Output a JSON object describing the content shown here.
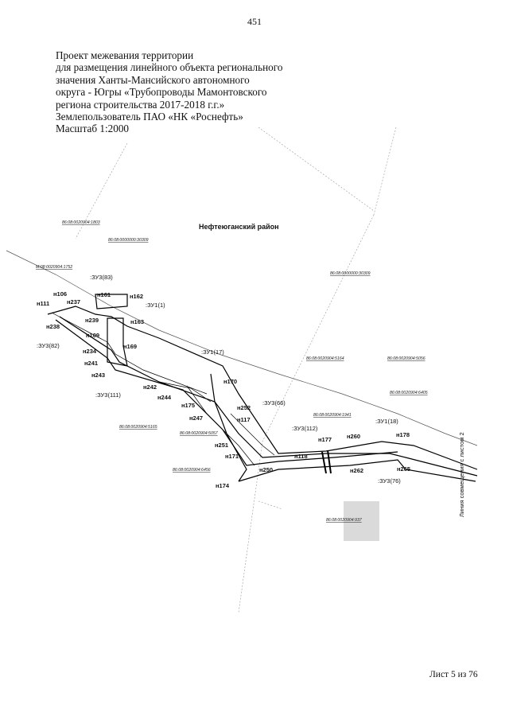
{
  "page_number": "451",
  "title_lines": [
    "Проект межевания территории",
    "для размещения линейного объекта регионального",
    "значения Ханты-Мансийского автономного",
    "округа - Югры «Трубопроводы Мамонтовского",
    "региона строительства 2017-2018 г.г.»",
    "Землепользователь ПАО «НК «Роснефть»",
    "Масштаб 1:2000"
  ],
  "district": "Нефтеюганский район",
  "cadastral_numbers": {
    "c1803": "86:08:0020904:1803",
    "c30309a": "86:08:0000000:30309",
    "c1752": "М:08:0020904:1752",
    "c30309b": "86:08:0000000:30309",
    "c5164": "86:08:0020904:5164",
    "c5056": "86:08:0020904:5056",
    "c6405": "86:08:0020904:6405",
    "c1941": "86:08:0020904:1941",
    "c5165": "86:08:0020904:5165",
    "c5057": "86:08:0020904:5057",
    "c6456": "86:08:0020904:6456",
    "c937": "86:08:0020904:937"
  },
  "parcels": {
    "zu3_83": ":ЗУ3(83)",
    "zu1_1": ":ЗУ1(1)",
    "zu3_82": ":ЗУ3(82)",
    "zu1_17": ":ЗУ1(17)",
    "zu3_111": ":ЗУ3(111)",
    "zu3_66": ":ЗУ3(66)",
    "zu3_112": ":ЗУ3(112)",
    "zu1_18": ":ЗУ1(18)",
    "zu3_76": ":ЗУ3(76)"
  },
  "points": {
    "n106": "н106",
    "n111": "н111",
    "n237": "н237",
    "n161": "н161",
    "n162": "н162",
    "n238": "н238",
    "n239": "н239",
    "n163": "н163",
    "n109": "н109",
    "n169": "н169",
    "n234": "н234",
    "n241": "н241",
    "n243": "н243",
    "n242": "н242",
    "n244": "н244",
    "n175": "н175",
    "n170": "н170",
    "n252": "н252",
    "n117": "н117",
    "n247": "н247",
    "n251": "н251",
    "n171": "н171",
    "n118": "н118",
    "n177": "н177",
    "n260": "н260",
    "n178": "н178",
    "n250": "н250",
    "n262": "н262",
    "n265": "н265",
    "n174": "н174"
  },
  "match_line_label": "Линия совмещения с листом 2",
  "footer": "Лист 5 из 76"
}
